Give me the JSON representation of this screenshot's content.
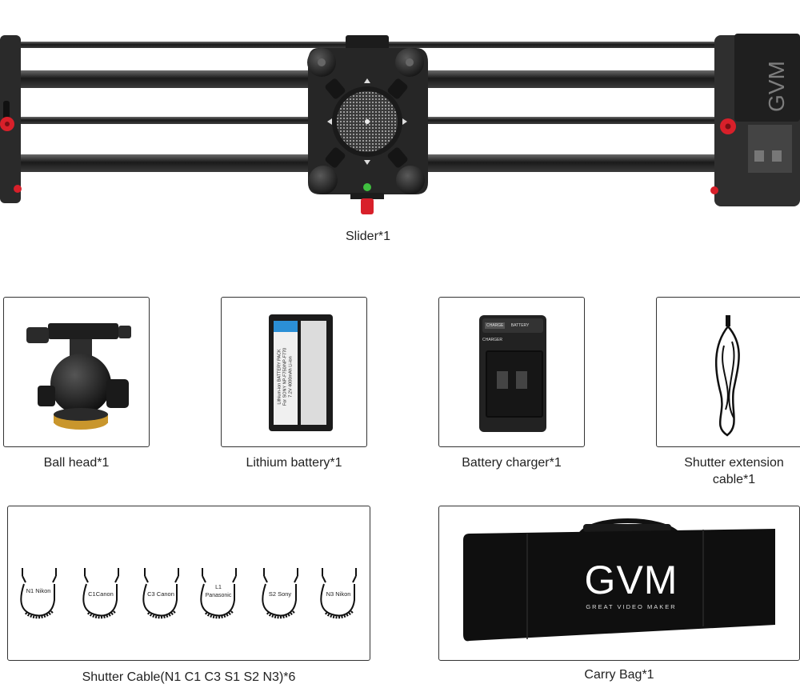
{
  "slider": {
    "caption": "Slider*1",
    "motor_brand": "GVM"
  },
  "items": [
    {
      "id": "ball-head",
      "caption": "Ball head*1"
    },
    {
      "id": "lithium-battery",
      "caption": "Lithium battery*1",
      "label_line1": "Lithium-ion BATTERY PACK",
      "label_line2": "For SONY NP-F750/NP-F770",
      "label_line3": "7.2V 4000mAh Li-ion"
    },
    {
      "id": "battery-charger",
      "caption": "Battery charger*1",
      "badge": "CHARGE",
      "label": "BATTERY CHARGER"
    },
    {
      "id": "shutter-extension-cable",
      "caption_line1": "Shutter extension",
      "caption_line2": "cable*1"
    }
  ],
  "shutter_cables": {
    "caption": "Shutter Cable(N1 C1 C3 S1 S2 N3)*6",
    "cables": [
      {
        "label": "N1 Nikon"
      },
      {
        "label": "C1Canon"
      },
      {
        "label": "C3 Canon"
      },
      {
        "label_line1": "L1",
        "label_line2": "Panasonic"
      },
      {
        "label": "S2 Sony"
      },
      {
        "label": "N3 Nikon"
      }
    ]
  },
  "carry_bag": {
    "caption": "Carry Bag*1",
    "brand": "GVM",
    "tagline": "GREAT VIDEO MAKER"
  }
}
